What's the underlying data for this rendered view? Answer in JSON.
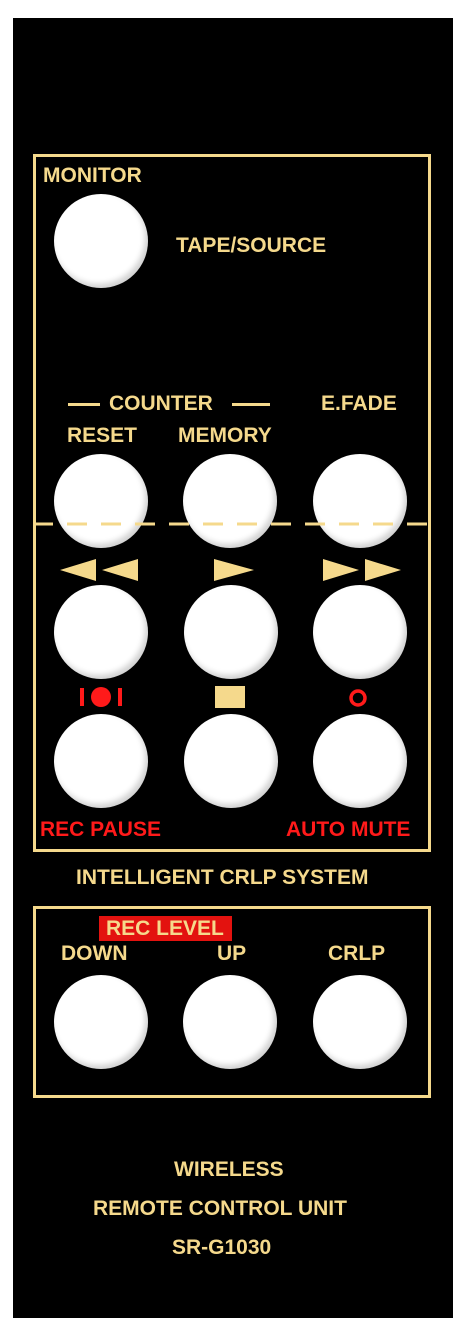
{
  "monitor": {
    "title": "MONITOR",
    "button_label": "TAPE/SOURCE"
  },
  "counter": {
    "title": "COUNTER",
    "reset": "RESET",
    "memory": "MEMORY"
  },
  "efade": {
    "label": "E.FADE"
  },
  "transport": {
    "rewind_symbol": "rewind",
    "play_symbol": "play",
    "ffwd_symbol": "fast-forward",
    "rec_pause_symbol": "record-pause",
    "stop_symbol": "stop",
    "auto_mute_symbol": "circle",
    "rec_pause_label": "REC PAUSE",
    "auto_mute_label": "AUTO MUTE"
  },
  "system_label": "INTELLIGENT CRLP SYSTEM",
  "rec_level": {
    "title": "REC LEVEL",
    "down": "DOWN",
    "up": "UP",
    "crlp": "CRLP"
  },
  "footer": {
    "line1": "WIRELESS",
    "line2": "REMOTE CONTROL UNIT",
    "line3": "SR-G1030"
  },
  "colors": {
    "panel": "#000000",
    "accent": "#f5d98c",
    "red": "#ff1a1a",
    "red_fill": "#e3120f",
    "button": "#ffffff"
  }
}
